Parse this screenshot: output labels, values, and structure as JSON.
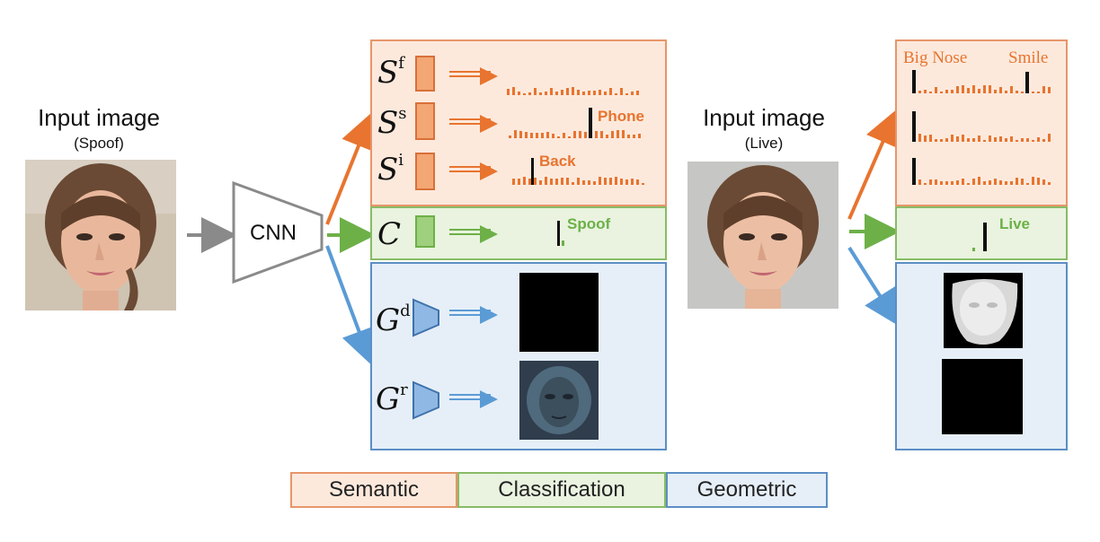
{
  "left_input": {
    "title": "Input image",
    "subtitle": "(Spoof)"
  },
  "right_input": {
    "title": "Input image",
    "subtitle": "(Live)"
  },
  "cnn": {
    "label": "CNN"
  },
  "semantic_rows": [
    {
      "symbol": "S",
      "sup": "f"
    },
    {
      "symbol": "S",
      "sup": "s"
    },
    {
      "symbol": "S",
      "sup": "i"
    }
  ],
  "classification": {
    "symbol": "C"
  },
  "geometric_rows": [
    {
      "symbol": "G",
      "sup": "d"
    },
    {
      "symbol": "G",
      "sup": "r"
    }
  ],
  "spoof_tags": {
    "phone": "Phone",
    "back": "Back",
    "spoof": "Spoof"
  },
  "live_tags": {
    "big_nose": "Big Nose",
    "smile": "Smile",
    "live": "Live"
  },
  "legend": {
    "semantic": "Semantic",
    "classification": "Classification",
    "geometric": "Geometric"
  },
  "colors": {
    "semantic": "#e8742f",
    "classification": "#6db048",
    "geometric": "#5b9bd5",
    "cnn": "#8a8a8a"
  }
}
